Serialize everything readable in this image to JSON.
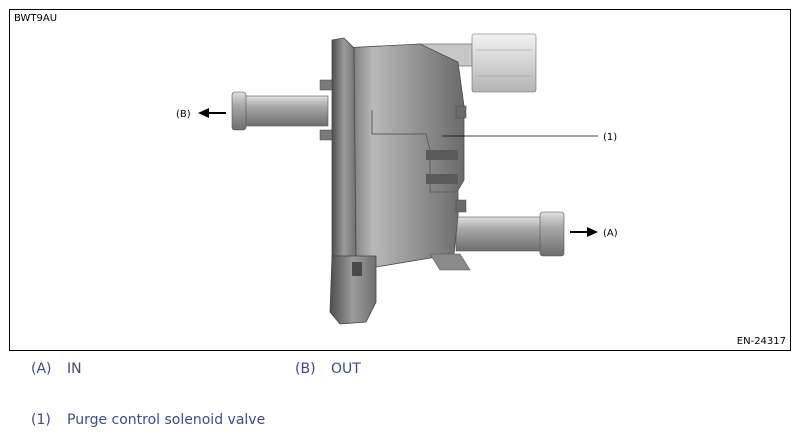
{
  "figure": {
    "id_label": "BWT9AU",
    "code_label": "EN-24317",
    "callouts": {
      "b": "(B)",
      "a": "(A)",
      "one": "(1)"
    }
  },
  "legend": [
    {
      "key": "(A)",
      "text": "IN"
    },
    {
      "key": "(B)",
      "text": "OUT"
    },
    {
      "key": "(1)",
      "text": "Purge control solenoid valve"
    }
  ]
}
